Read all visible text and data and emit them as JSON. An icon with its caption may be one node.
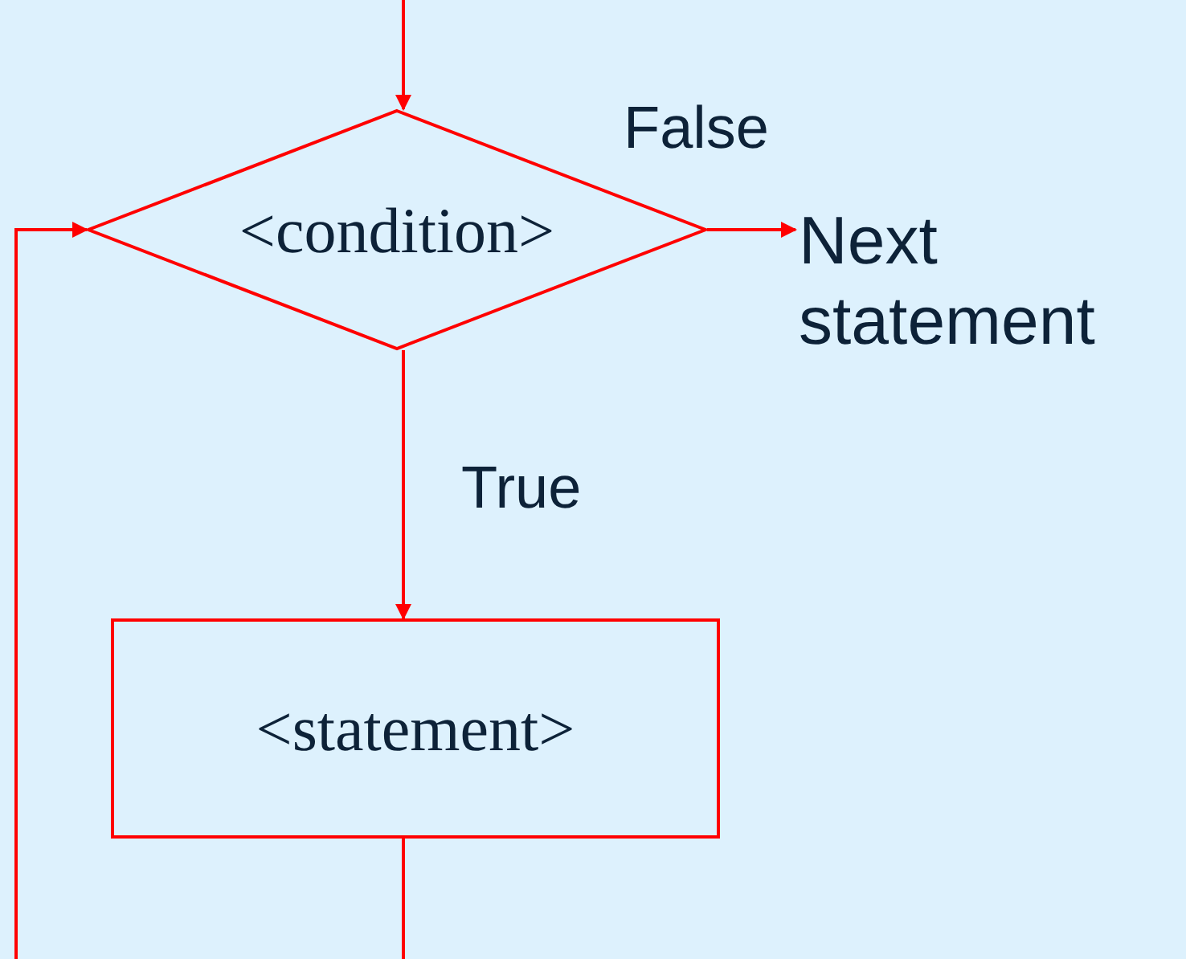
{
  "diagram": {
    "nodes": [
      {
        "text": [
          "<condition>"
        ]
      },
      {
        "text": [
          "<statement>"
        ]
      },
      {
        "text": [
          "Next statement"
        ]
      }
    ],
    "edges": [
      {
        "from": null,
        "to": 0,
        "arrow": "to"
      },
      {
        "from": 0,
        "to": 2,
        "arrow": "to",
        "label": "False"
      },
      {
        "from": 0,
        "to": 1,
        "arrow": "to",
        "label": "True"
      },
      {
        "from": 1,
        "to": 0,
        "arrow": "to"
      }
    ]
  }
}
